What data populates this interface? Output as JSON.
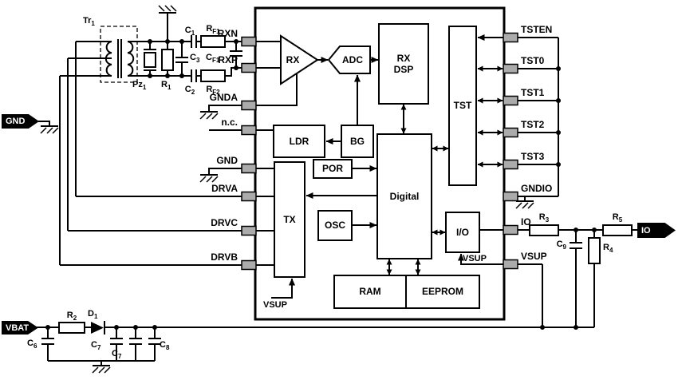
{
  "diagram": {
    "ic": {
      "blocks": {
        "rx": "RX",
        "adc": "ADC",
        "rx_dsp": [
          "RX",
          "DSP"
        ],
        "tst": "TST",
        "ldr": "LDR",
        "bg": "BG",
        "por": "POR",
        "digital": "Digital",
        "tx": "TX",
        "osc": "OSC",
        "io": "I/O",
        "ram": "RAM",
        "eeprom": "EEPROM"
      },
      "internal_nets": {
        "tx_supply": "VSUP",
        "io_supply": "VSUP"
      },
      "pins_left": [
        "RXN",
        "RXP",
        "GNDA",
        "n.c.",
        "GND",
        "DRVA",
        "DRVC",
        "DRVB"
      ],
      "pins_right": [
        "TSTEN",
        "TST0",
        "TST1",
        "TST2",
        "TST3",
        "GNDIO",
        "IO",
        "VSUP"
      ]
    },
    "ports": {
      "gnd": "GND",
      "vbat": "VBAT",
      "io_out": "IO"
    },
    "components": {
      "tr1": {
        "base": "Tr",
        "sub": "1"
      },
      "pz1": {
        "base": "Pz",
        "sub": "1"
      },
      "r1": {
        "base": "R",
        "sub": "1"
      },
      "c1": {
        "base": "C",
        "sub": "1"
      },
      "c2": {
        "base": "C",
        "sub": "2"
      },
      "c3": {
        "base": "C",
        "sub": "3"
      },
      "rf1": {
        "base": "R",
        "sub": "F1"
      },
      "rf2": {
        "base": "R",
        "sub": "F2"
      },
      "cf1": {
        "base": "C",
        "sub": "F1"
      },
      "r2": {
        "base": "R",
        "sub": "2"
      },
      "d1": {
        "base": "D",
        "sub": "1"
      },
      "c6": {
        "base": "C",
        "sub": "6"
      },
      "c7a": {
        "base": "C",
        "sub": "7"
      },
      "c7b": {
        "base": "C",
        "sub": "7"
      },
      "c8": {
        "base": "C",
        "sub": "8"
      },
      "r3": {
        "base": "R",
        "sub": "3"
      },
      "r5": {
        "base": "R",
        "sub": "5"
      },
      "c9": {
        "base": "C",
        "sub": "9"
      },
      "r4": {
        "base": "R",
        "sub": "4"
      }
    },
    "colors": {
      "line": "#000000",
      "pin_fill": "#ababab",
      "block_fill": "#ffffff",
      "port_fill": "#000000",
      "port_text": "#ffffff"
    }
  }
}
